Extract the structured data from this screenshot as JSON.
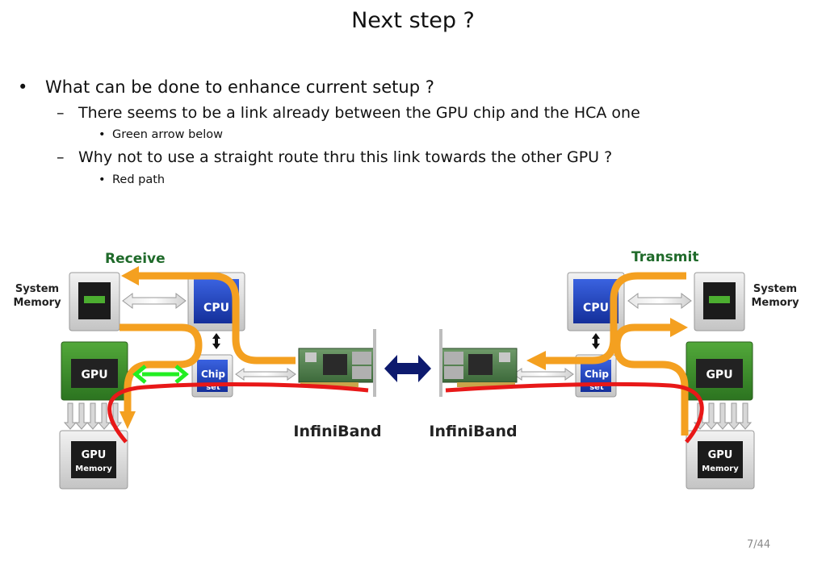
{
  "slide": {
    "title": "Next step ?",
    "page": "7/44"
  },
  "bullets": {
    "l1": "What can be done to enhance current setup ?",
    "l2a": "There seems to be a link already between the GPU chip and the HCA one",
    "l3a": "Green arrow below",
    "l2b": "Why not to use a straight route thru this link towards the other GPU ?",
    "l3b": "Red path",
    "mk1": "•",
    "mk2": "–",
    "mk3": "•"
  },
  "diagram": {
    "left": {
      "heading": "Receive",
      "sys_mem_1": "System",
      "sys_mem_2": "Memory",
      "cpu": "CPU",
      "chip": "Chip",
      "chip_sub": "set",
      "gpu": "GPU",
      "gpu_mem_1": "GPU",
      "gpu_mem_2": "Memory",
      "net": "InfiniBand"
    },
    "right": {
      "heading": "Transmit",
      "sys_mem_1": "System",
      "sys_mem_2": "Memory",
      "cpu": "CPU",
      "chip": "Chip",
      "chip_sub": "set",
      "gpu": "GPU",
      "gpu_mem_1": "GPU",
      "gpu_mem_2": "Memory",
      "net": "InfiniBand"
    },
    "colors": {
      "orange": "#f4a020",
      "green": "#22ee22",
      "red": "#e81818",
      "heading_green": "#1f6a2a",
      "cpu_blue": "#1a3fbf",
      "link_navy": "#0d1a6e"
    }
  }
}
